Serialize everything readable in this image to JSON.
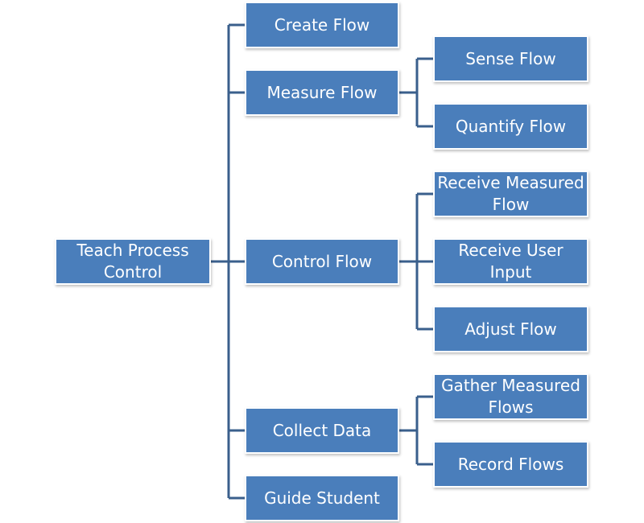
{
  "colors": {
    "box_fill": "#4a7ebb",
    "connector": "#3a5f8c",
    "text": "#ffffff"
  },
  "diagram": {
    "root": {
      "label": "Teach Process Control"
    },
    "level1": [
      {
        "label": "Create Flow"
      },
      {
        "label": "Measure Flow"
      },
      {
        "label": "Control Flow"
      },
      {
        "label": "Collect Data"
      },
      {
        "label": "Guide Student"
      }
    ],
    "level2": [
      {
        "label": "Sense Flow"
      },
      {
        "label": "Quantify Flow"
      },
      {
        "label": "Receive Measured Flow"
      },
      {
        "label": "Receive User Input"
      },
      {
        "label": "Adjust Flow"
      },
      {
        "label": "Gather Measured Flows"
      },
      {
        "label": "Record Flows"
      }
    ]
  }
}
